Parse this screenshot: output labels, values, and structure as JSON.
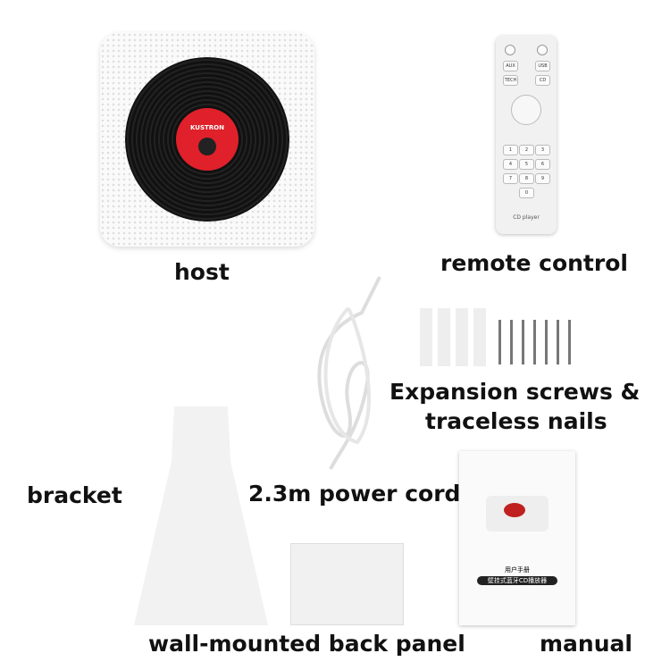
{
  "labels": {
    "host": "host",
    "remote": "remote control",
    "screws_line1": "Expansion screws &",
    "screws_line2": "traceless nails",
    "bracket": "bracket",
    "cord": "2.3m power cord",
    "panel": "wall-mounted back panel",
    "manual": "manual"
  },
  "host": {
    "logo": "KUSTRON",
    "accent": "#e0202a",
    "disc": "#151515"
  },
  "remote": {
    "caption": "CD player",
    "keys": [
      "AUX",
      "USB",
      "TECH",
      "CD",
      "1",
      "2",
      "3",
      "4",
      "5",
      "6",
      "7",
      "8",
      "9",
      "0"
    ]
  },
  "manual": {
    "title": "用户手册",
    "subtitle": "壁挂式蓝牙CD播放器"
  }
}
